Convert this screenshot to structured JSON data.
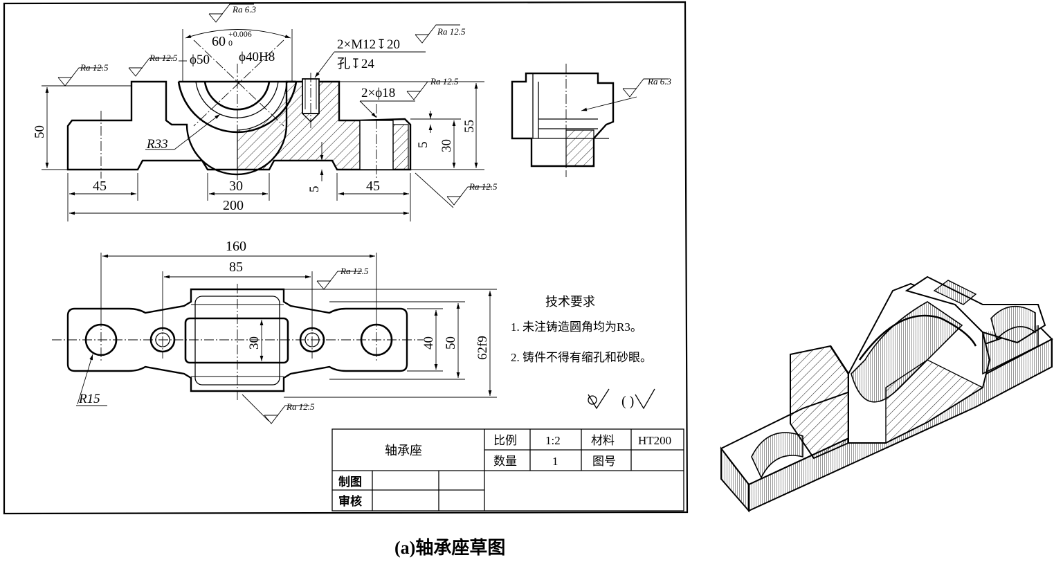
{
  "caption": "(a)轴承座草图",
  "front_view": {
    "dims": {
      "d60": "60",
      "tol_upper": "+0.006",
      "tol_lower": "0",
      "phi50": "ϕ50",
      "phi40": "ϕ40H8",
      "r33": "R33",
      "thread": "2×M12↧20",
      "hole_depth": "孔↧24",
      "holes18": "2×ϕ18",
      "h50": "50",
      "h55": "55",
      "h30": "30",
      "h5a": "5",
      "h5b": "5",
      "w45a": "45",
      "w30": "30",
      "w45b": "45",
      "w200": "200"
    },
    "ra": {
      "top": "Ra 6.3",
      "left_a": "Ra 12.5",
      "left_b": "Ra 12.5",
      "right_top": "Ra 12.5",
      "right_mid": "Ra 12.5",
      "bottom": "Ra 12.5"
    }
  },
  "side_view": {
    "ra": "Ra 6.3"
  },
  "top_view": {
    "dims": {
      "d160": "160",
      "d85": "85",
      "d30": "30",
      "d40": "40",
      "d50": "50",
      "d62": "62f9",
      "r15": "R15"
    },
    "ra": {
      "top": "Ra 12.5",
      "bottom": "Ra 12.5"
    }
  },
  "notes": {
    "title": "技术要求",
    "items": [
      "1. 未注铸造圆角均为R3。",
      "2. 铸件不得有缩孔和砂眼。"
    ],
    "general_roughness": "( )"
  },
  "title_block": {
    "part_name": "轴承座",
    "scale_label": "比例",
    "scale_value": "1:2",
    "material_label": "材料",
    "material_value": "HT200",
    "qty_label": "数量",
    "qty_value": "1",
    "drawing_no_label": "图号",
    "drawn_label": "制图",
    "checked_label": "审核"
  }
}
